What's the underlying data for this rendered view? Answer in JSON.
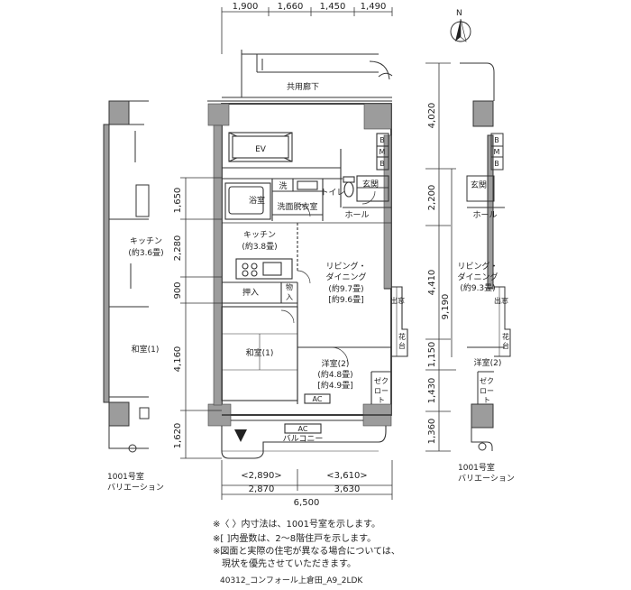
{
  "dims_top": [
    "1,900",
    "1,660",
    "1,450",
    "1,490"
  ],
  "dims_left": [
    "1,650",
    "2,280",
    "900",
    "4,160",
    "1,620"
  ],
  "dims_right_a": [
    "4,020",
    "2,200",
    "4,410",
    "1,150",
    "1,430",
    "1,360"
  ],
  "dims_right_b": "9,190",
  "dims_bottom": {
    "kitchen_side_paren": "<2,890>",
    "kitchen_side": "2,870",
    "room_side_paren": "<3,610>",
    "room_side": "3,630",
    "total": "6,500"
  },
  "compass": "N",
  "rooms": {
    "corridor": "共用廊下",
    "ev": "EV",
    "bath": "浴室",
    "wash": "洗",
    "washroom": "洗面脱衣室",
    "toilet": "トイレ",
    "entrance": "玄関",
    "hall": "ホール",
    "kitchen": "キッチン",
    "kitchen_size": "(約3.8畳)",
    "living": "リビング・",
    "living2": "ダイニング",
    "living_size1": "(約9.7畳)",
    "living_size2": "[約9.6畳]",
    "oshiire": "押入",
    "storage1": "物",
    "storage2": "入",
    "washitsu": "和室(1)",
    "youshitsu": "洋室(2)",
    "youshitsu_size1": "(約4.8畳)",
    "youshitsu_size2": "[約4.9畳]",
    "ac": "AC",
    "ac2": "AC",
    "balcony": "バルコニー",
    "closet1": "ゼク",
    "closet2": "ロー",
    "closet3": "ト",
    "bay": "出窓",
    "flower1": "花",
    "flower2": "台",
    "mb_b": "B",
    "mb_m": "M",
    "mb_b2": "B"
  },
  "left_variation": {
    "kitchen": "キッチン",
    "kitchen_size": "(約3.6畳)",
    "washitsu": "和室(1)",
    "caption1": "1001号室",
    "caption2": "バリエーション"
  },
  "right_variation": {
    "entrance": "玄関",
    "hall": "ホール",
    "living": "リビング・",
    "living2": "ダイニング",
    "living_size": "(約9.3畳)",
    "youshitsu": "洋室(2)",
    "closet1": "ゼク",
    "closet2": "ロー",
    "closet3": "ト",
    "bay": "出窓",
    "flower1": "花",
    "flower2": "台",
    "mb_b": "B",
    "mb_m": "M",
    "mb_b2": "B",
    "caption1": "1001号室",
    "caption2": "バリエーション"
  },
  "notes": [
    "※〈 〉内寸法は、1001号室を示します。",
    "※[ ]内畳数は、2～8階住戸を示します。",
    "※図面と実際の住宅が異なる場合については、",
    "　現状を優先させていただきます。"
  ],
  "code": "40312_コンフォール上倉田_A9_2LDK"
}
